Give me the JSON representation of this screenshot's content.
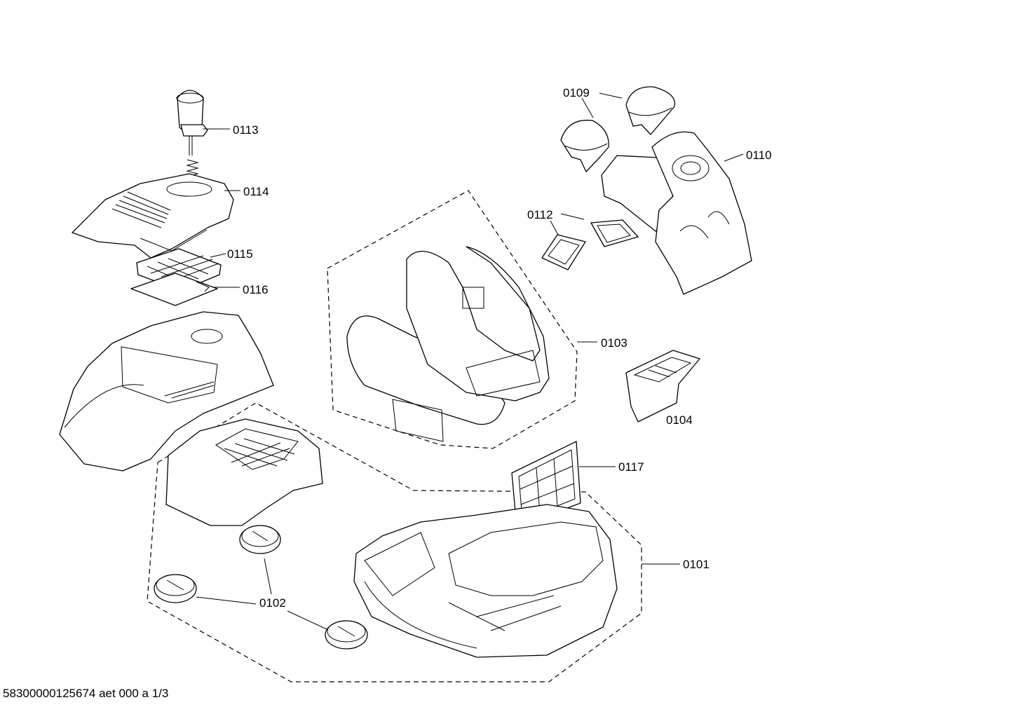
{
  "document_id": "58300000125674 aet 000 a 1/3",
  "labels": {
    "p0113": "0113",
    "p0114": "0114",
    "p0115": "0115",
    "p0116": "0116",
    "p0109": "0109",
    "p0110": "0110",
    "p0112": "0112",
    "p0103": "0103",
    "p0104": "0104",
    "p0117": "0117",
    "p0101": "0101",
    "p0102": "0102"
  }
}
